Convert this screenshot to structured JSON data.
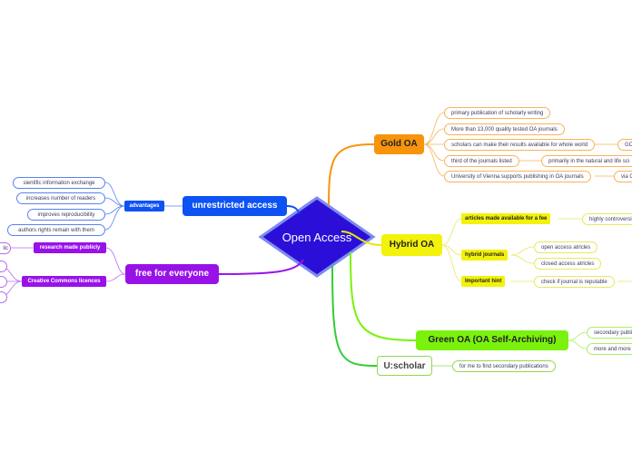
{
  "center": {
    "label": "Open Access",
    "color": "#2b0fd9"
  },
  "gold": {
    "label": "Gold OA",
    "color": "#f7940c",
    "items": [
      "primary publication of scholarly writing",
      "More than 13,000 quality tested OA journals",
      "scholars can make their results available for whole world",
      "third of the journals listed",
      "University of Vienna supports publishing in OA journals"
    ],
    "extras": [
      "GOL",
      "primarily in the natural and life sci",
      "via O"
    ]
  },
  "hybrid": {
    "label": "Hybrid OA",
    "color": "#f2f20a",
    "subs": [
      {
        "label": "articles made available for a fee",
        "items": [
          "highly controversi"
        ]
      },
      {
        "label": "hybrid journals",
        "items": [
          "open access atricles",
          "closed access atricles"
        ]
      },
      {
        "label": "Important hint",
        "items": [
          "check if journal is reputable"
        ]
      }
    ]
  },
  "green": {
    "label": "Green OA (OA Self-Archiving)",
    "color": "#7af20e",
    "items": [
      "secondary publi",
      "more and more"
    ]
  },
  "uscholar": {
    "label": "U:scholar",
    "color": "#8fd94f",
    "items": [
      "for me to find secondary publications"
    ]
  },
  "unrestricted": {
    "label": "unrestricted access",
    "color": "#0d52f2",
    "sub": "advantages",
    "items": [
      "sientific information exchange",
      "increases number of readers",
      "improves reproducibility",
      "authors rights remain with them"
    ]
  },
  "free": {
    "label": "free for everyone",
    "color": "#9812e8",
    "subs": [
      {
        "label": "research made publicly",
        "items": [
          "lic"
        ]
      },
      {
        "label": "Creative Commons licences",
        "items": [
          "",
          "",
          ""
        ]
      }
    ]
  }
}
